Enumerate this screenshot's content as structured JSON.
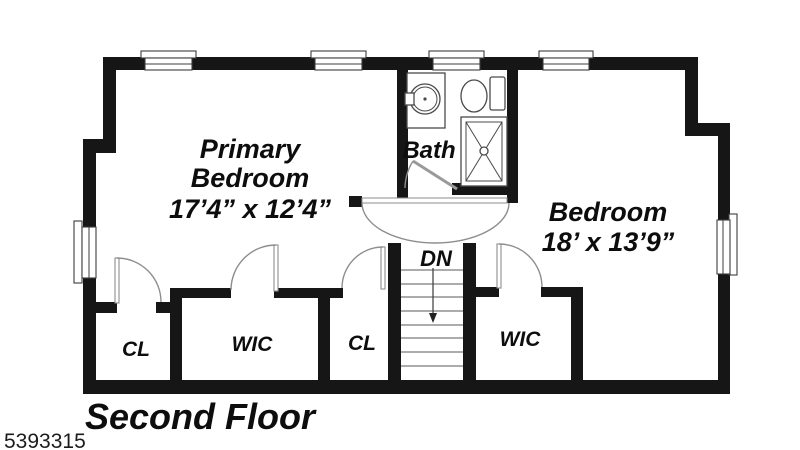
{
  "labels": {
    "primary_bedroom": {
      "line1": "Primary",
      "line2": "Bedroom",
      "dims": "17’4” x 12’4”"
    },
    "bedroom": {
      "name": "Bedroom",
      "dims": "18’ x 13’9”"
    },
    "bath": {
      "name": "Bath"
    },
    "stairs": {
      "direction": "DN"
    },
    "closet_left": {
      "name": "CL"
    },
    "wic_left": {
      "name": "WIC"
    },
    "closet_middle": {
      "name": "CL"
    },
    "wic_right": {
      "name": "WIC"
    },
    "floor_title": "Second Floor",
    "listing_id": "5393315"
  },
  "colors": {
    "wall": "#161616",
    "background": "#ffffff",
    "thin_line": "#8e8e8e",
    "text": "#0d0d0d"
  }
}
